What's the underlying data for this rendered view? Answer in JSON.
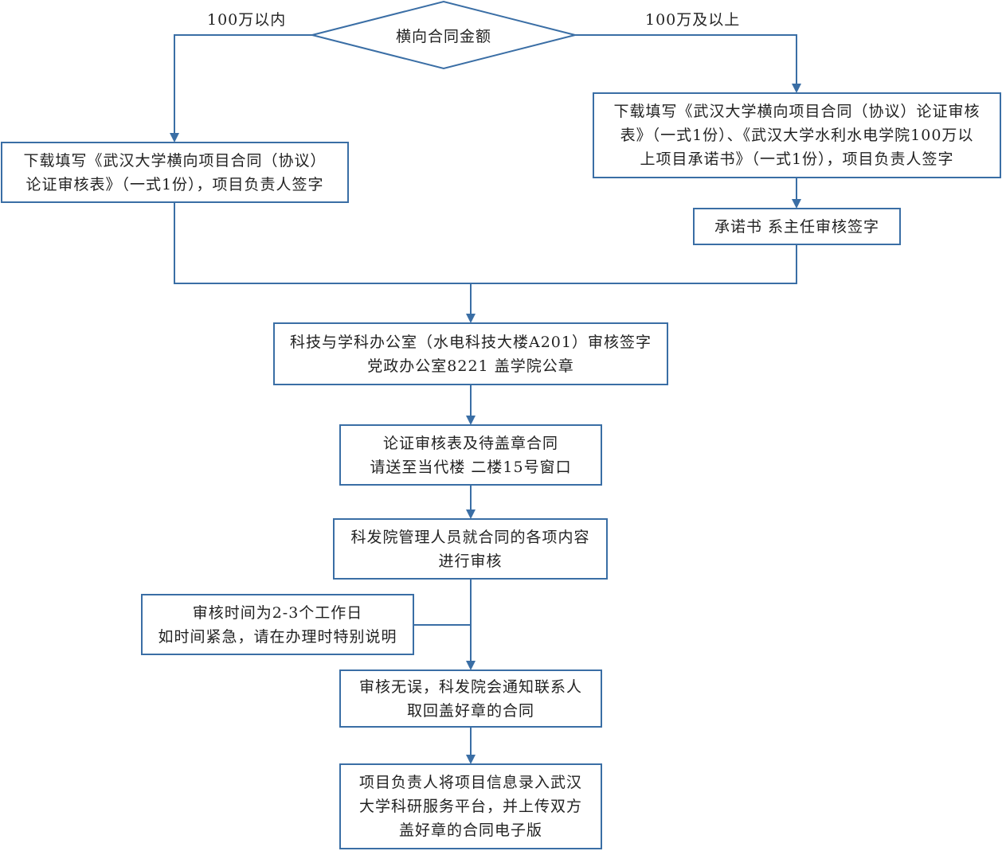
{
  "decision": {
    "label": "横向合同金额"
  },
  "branches": {
    "left": "100万以内",
    "right": "100万及以上"
  },
  "boxes": {
    "left_form": [
      "下载填写《武汉大学横向项目合同（协议）",
      "论证审核表》（一式1份），项目负责人签字"
    ],
    "right_form": [
      "下载填写《武汉大学横向项目合同（协议）论证审核",
      "表》（一式1份）、《武汉大学水利水电学院100万以",
      "上项目承诺书》（一式1份），项目负责人签字"
    ],
    "pledge": [
      "承诺书 系主任审核签字"
    ],
    "office": [
      "科技与学科办公室（水电科技大楼A201）审核签字",
      "党政办公室8221 盖学院公章"
    ],
    "submit": [
      "论证审核表及待盖章合同",
      "请送至当代楼 二楼15号窗口"
    ],
    "review": [
      "科发院管理人员就合同的各项内容",
      "进行审核"
    ],
    "note": [
      "审核时间为2-3个工作日",
      "如时间紧急，请在办理时特别说明"
    ],
    "notify": [
      "审核无误，科发院会通知联系人",
      "取回盖好章的合同"
    ],
    "final": [
      "项目负责人将项目信息录入武汉",
      "大学科研服务平台，并上传双方",
      "盖好章的合同电子版"
    ]
  },
  "colors": {
    "line": "#3a6ea5"
  }
}
